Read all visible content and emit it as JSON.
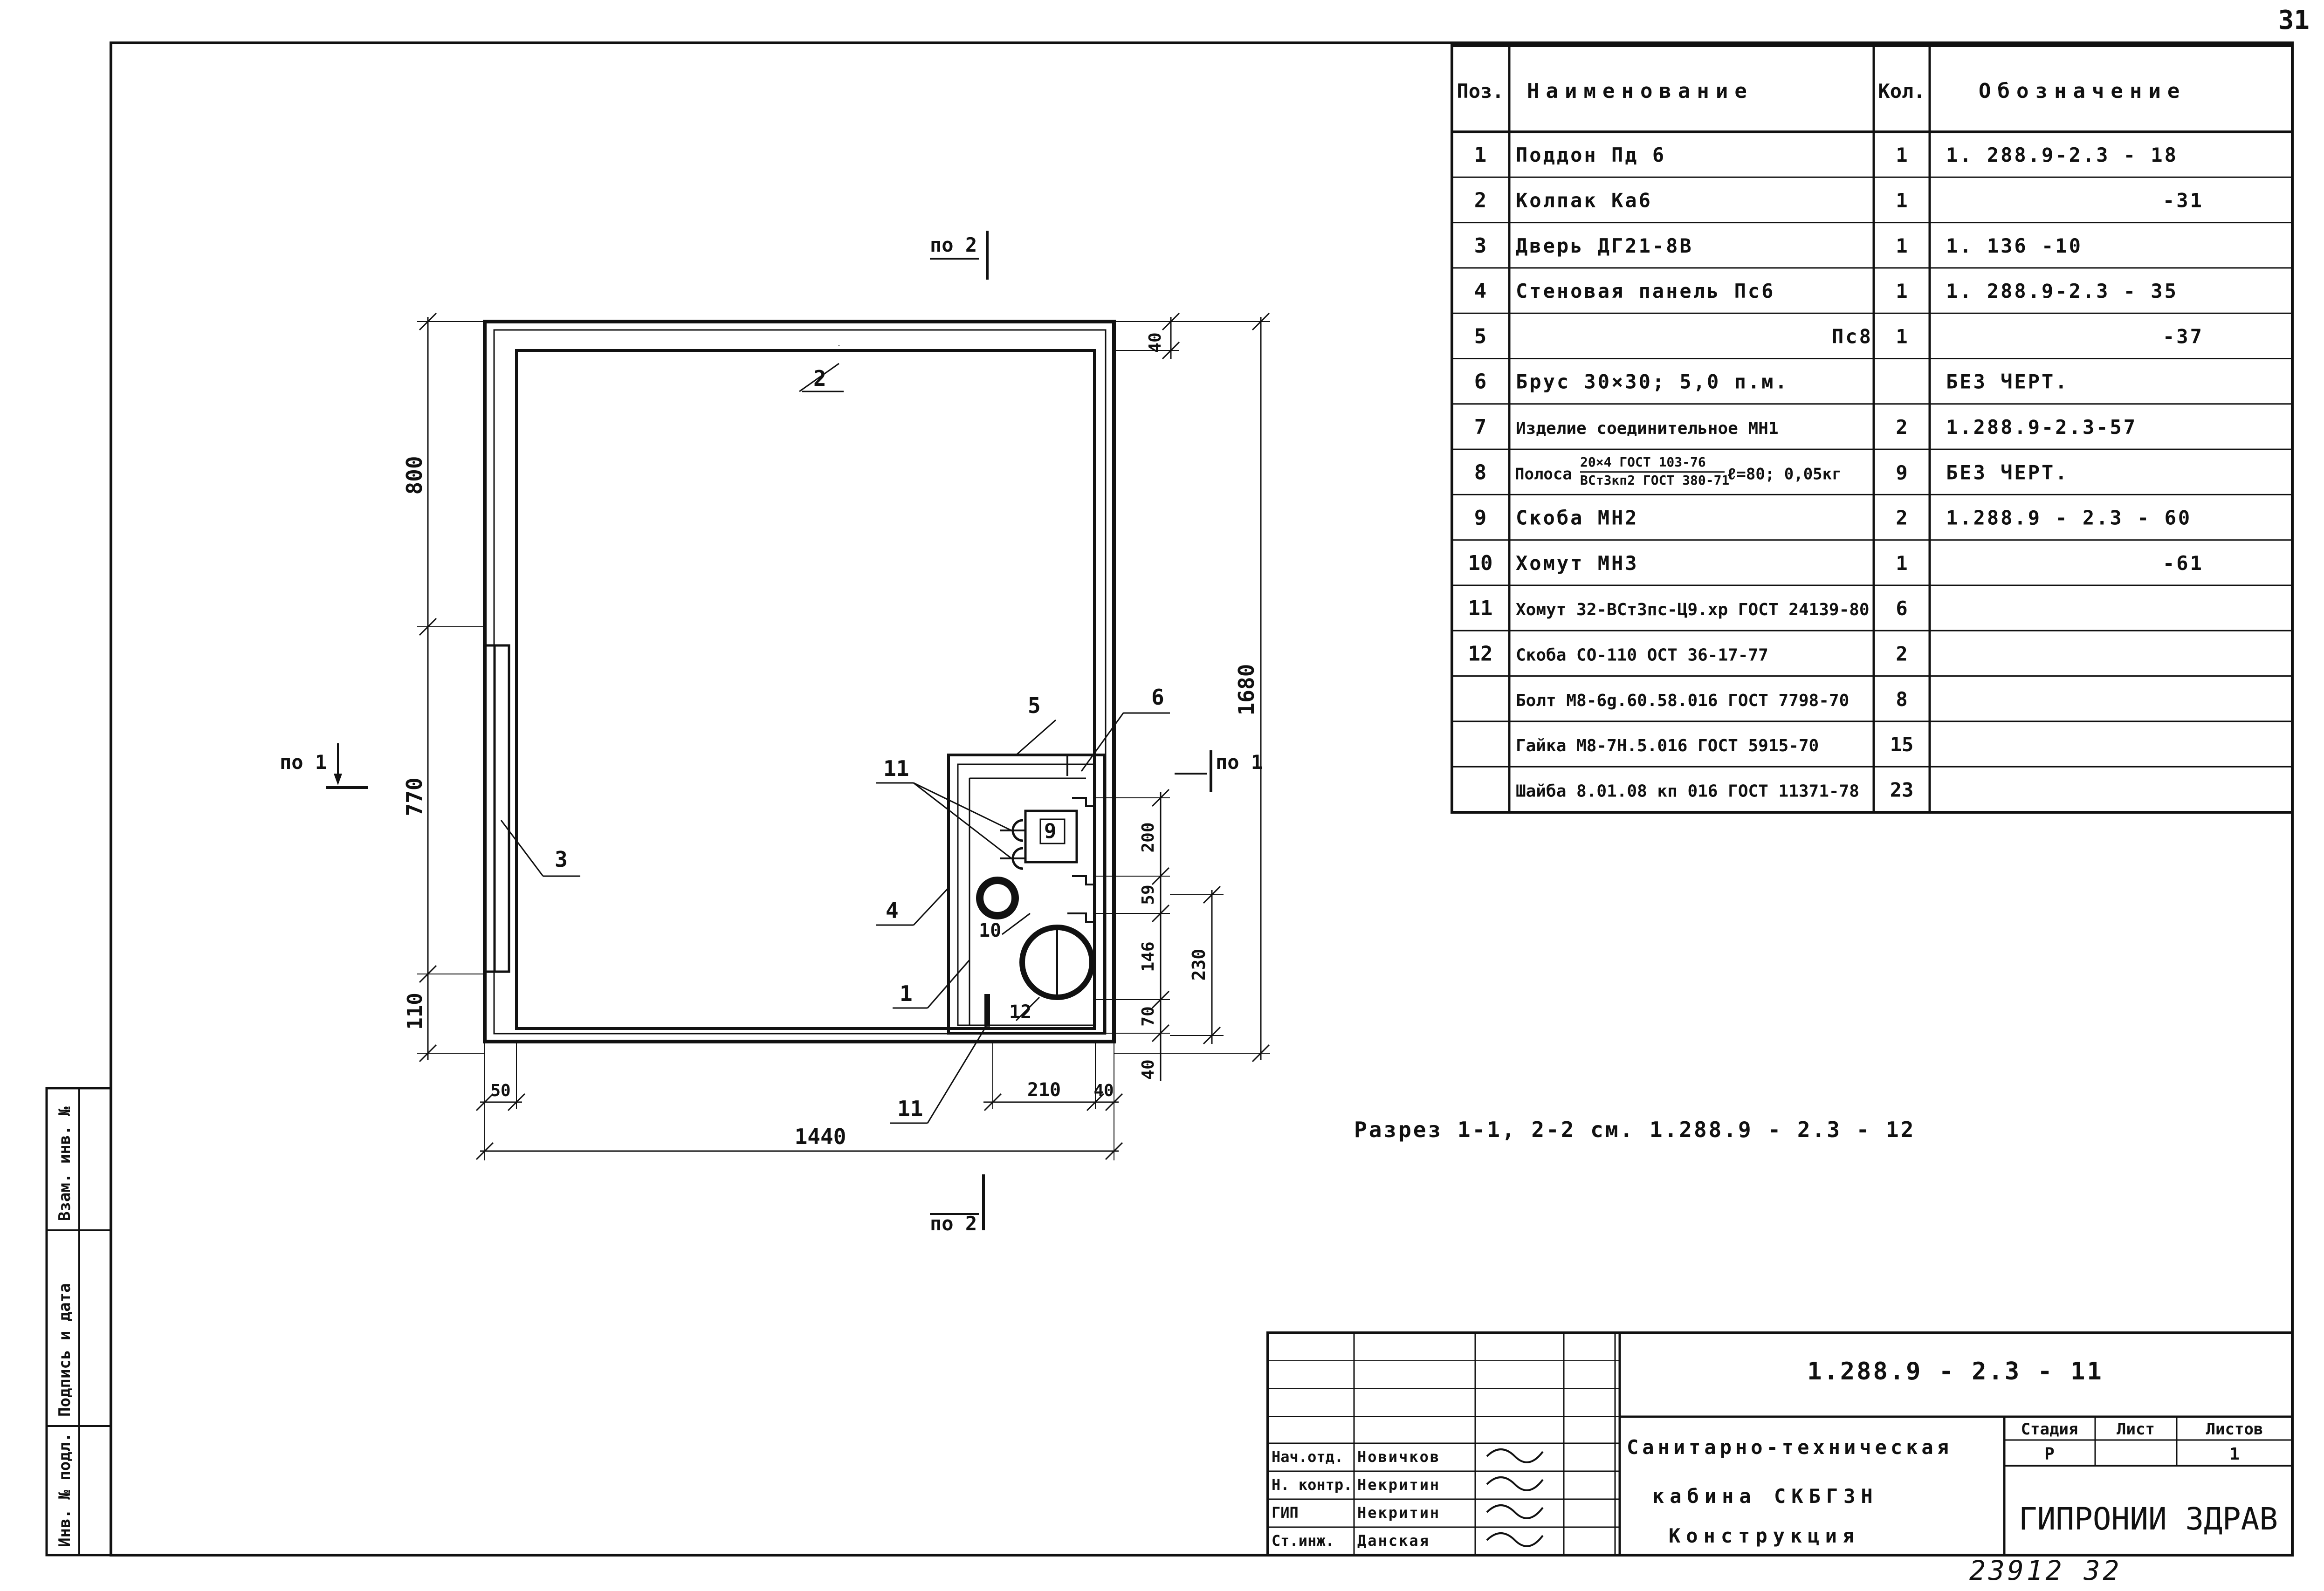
{
  "page_number": "31",
  "spec_table": {
    "headers": {
      "pos": "Поз.",
      "name": "Наименование",
      "qty": "Кол.",
      "designation": "Обозначение"
    },
    "rows": [
      {
        "pos": "1",
        "name": "Поддон Пд 6",
        "qty": "1",
        "designation": "1. 288.9-2.3 - 18"
      },
      {
        "pos": "2",
        "name": "Колпак Кa6",
        "qty": "1",
        "designation": "-31"
      },
      {
        "pos": "3",
        "name": "Дверь ДГ21-8В",
        "qty": "1",
        "designation": "1. 136 -10"
      },
      {
        "pos": "4",
        "name": "Стеновая панель Пс6",
        "qty": "1",
        "designation": "1. 288.9-2.3 - 35"
      },
      {
        "pos": "5",
        "name": "Пс8",
        "qty": "1",
        "designation": "-37"
      },
      {
        "pos": "6",
        "name": "Брус 30×30; 5,0 п.м.",
        "qty": "",
        "designation": "БЕЗ ЧЕРТ."
      },
      {
        "pos": "7",
        "name": "Изделие соединительное МН1",
        "qty": "2",
        "designation": "1.288.9-2.3-57"
      },
      {
        "pos": "8",
        "name": "Полоса",
        "name_frac_top": "20×4 ГОСТ 103-76",
        "name_frac_bottom": "ВСт3кп2 ГОСТ 380-71",
        "name_tail": "ℓ=80; 0,05кг",
        "qty": "9",
        "designation": "БЕЗ ЧЕРТ."
      },
      {
        "pos": "9",
        "name": "Скоба МН2",
        "qty": "2",
        "designation": "1.288.9 - 2.3 - 60"
      },
      {
        "pos": "10",
        "name": "Хомут МН3",
        "qty": "1",
        "designation": "-61"
      },
      {
        "pos": "11",
        "name": "Хомут 32-ВСт3пс-Ц9.хр ГОСТ 24139-80",
        "qty": "6",
        "designation": ""
      },
      {
        "pos": "12",
        "name": "Скоба СО-110 ОСТ 36-17-77",
        "qty": "2",
        "designation": ""
      },
      {
        "pos": "",
        "name": "Болт М8-6g.60.58.016 ГОСТ 7798-70",
        "qty": "8",
        "designation": ""
      },
      {
        "pos": "",
        "name": "Гайка М8-7Н.5.016 ГОСТ 5915-70",
        "qty": "15",
        "designation": ""
      },
      {
        "pos": "",
        "name": "Шайба 8.01.08 кп 016 ГОСТ 11371-78",
        "qty": "23",
        "designation": ""
      }
    ]
  },
  "drawing": {
    "section_marks": {
      "top": "по 2",
      "bottom": "по 2",
      "left": "по 1",
      "right": "по 1"
    },
    "dimensions": {
      "left_800": "800",
      "left_770": "770",
      "left_110": "110",
      "right_1680": "1680",
      "top_40": "40",
      "right_200": "200",
      "right_59": "59",
      "right_146": "146",
      "right_230": "230",
      "right_70": "70",
      "right_40": "40",
      "bottom_50": "50",
      "bottom_210": "210",
      "bottom_40": "40",
      "bottom_1440": "1440"
    },
    "callouts": {
      "c2": "2",
      "c3": "3",
      "c4": "4",
      "c1": "1",
      "c5": "5",
      "c6": "6",
      "c11a": "11",
      "c11b": "11",
      "c9": "9",
      "c10": "10",
      "c12": "12"
    }
  },
  "section_note": "Разрез 1-1, 2-2 см. 1.288.9 - 2.3 - 12",
  "side_stamp": {
    "col1": "Инв. № подл.",
    "col2": "Подпись и дата",
    "col3": "Взам. инв. №"
  },
  "title_block": {
    "doc_code": "1.288.9 - 2.3 - 11",
    "title_line1": "Санитарно-техническая",
    "title_line2": "кабина СКБГ3Н",
    "title_line3": "Конструкция",
    "stage_header": "Стадия",
    "sheet_header": "Лист",
    "sheets_header": "Листов",
    "stage_value": "Р",
    "sheet_value": "",
    "sheets_value": "1",
    "org": "ГИПРОНИИ ЗДРАВ",
    "people": [
      {
        "role": "Нач.отд.",
        "name": "Новичков"
      },
      {
        "role": "Н. контр.",
        "name": "Некритин"
      },
      {
        "role": "ГИП",
        "name": "Некритин"
      },
      {
        "role": "Ст.инж.",
        "name": "Данская"
      }
    ]
  },
  "archive_number": "23912  32"
}
